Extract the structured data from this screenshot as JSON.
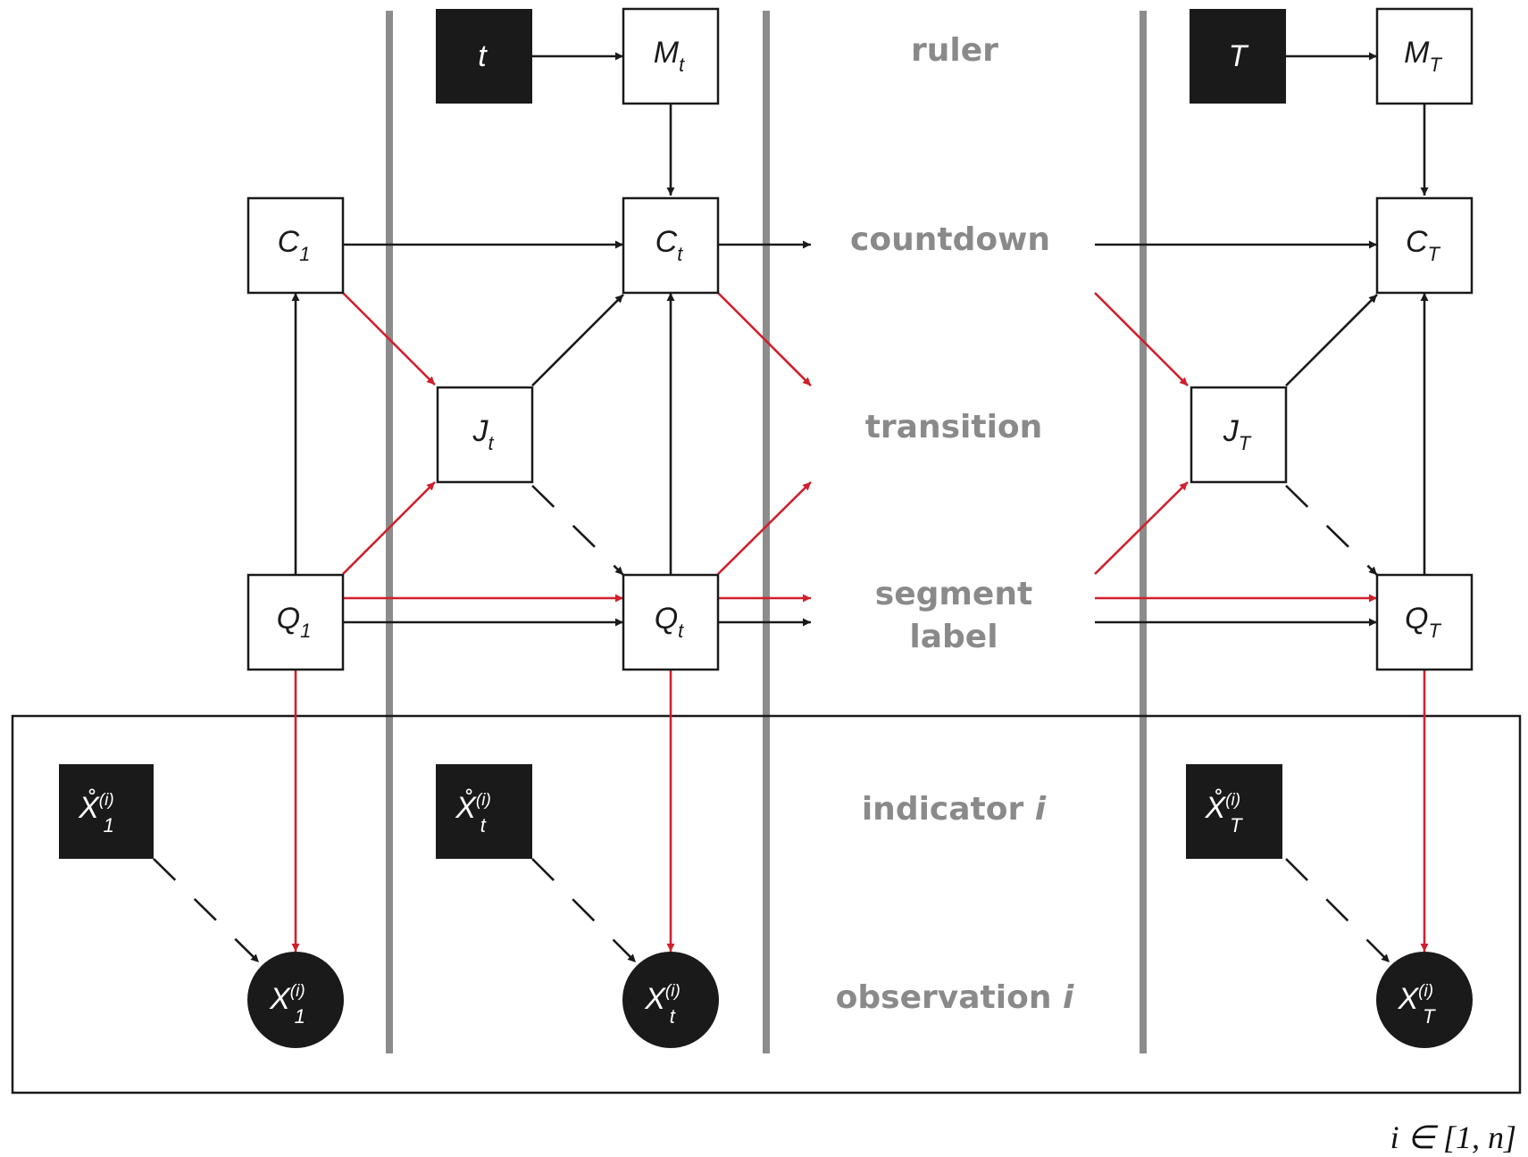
{
  "colors": {
    "black": "#1a1a1a",
    "red": "#d0202d",
    "grey_divider": "#8c8c8c",
    "row_label": "#8a8a8a"
  },
  "row_labels": {
    "ruler": "ruler",
    "countdown": "countdown",
    "transition": "transition",
    "segment_1": "segment",
    "segment_2": "label",
    "indicator_text": "indicator ",
    "indicator_var": "i",
    "observation_text": "observation ",
    "observation_var": "i"
  },
  "nodes": {
    "t": {
      "main": "t",
      "sub": ""
    },
    "M_t": {
      "main": "M",
      "sub": "t"
    },
    "T": {
      "main": "T",
      "sub": ""
    },
    "M_T": {
      "main": "M",
      "sub": "T"
    },
    "C_1": {
      "main": "C",
      "sub": "1"
    },
    "C_t": {
      "main": "C",
      "sub": "t"
    },
    "C_T": {
      "main": "C",
      "sub": "T"
    },
    "J_t": {
      "main": "J",
      "sub": "t"
    },
    "J_T": {
      "main": "J",
      "sub": "T"
    },
    "Q_1": {
      "main": "Q",
      "sub": "1"
    },
    "Q_t": {
      "main": "Q",
      "sub": "t"
    },
    "Q_T": {
      "main": "Q",
      "sub": "T"
    },
    "Xr_1": {
      "main": "X̊",
      "sup": "(i)",
      "sub": "1"
    },
    "Xr_t": {
      "main": "X̊",
      "sup": "(i)",
      "sub": "t"
    },
    "Xr_T": {
      "main": "X̊",
      "sup": "(i)",
      "sub": "T"
    },
    "X_1": {
      "main": "X",
      "sup": "(i)",
      "sub": "1"
    },
    "X_t": {
      "main": "X",
      "sup": "(i)",
      "sub": "t"
    },
    "X_T": {
      "main": "X",
      "sup": "(i)",
      "sub": "T"
    }
  },
  "plate": {
    "label": "i ∈ [1, n]"
  }
}
